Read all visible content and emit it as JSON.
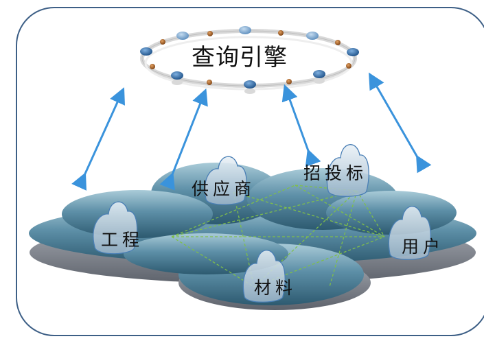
{
  "engine": {
    "label": "查询引擎"
  },
  "nodes": {
    "gongcheng": "工程",
    "gongyingshang": "供应商",
    "zhaotoubiao": "招投标",
    "cailiao": "材料",
    "yonghu": "用户"
  },
  "colors": {
    "frame_border": "#3d5f86",
    "cloud_top": "#8fb8c8",
    "cloud_mid": "#3f7088",
    "cloud_shadow": "#8b9099",
    "arrow": "#3a93dc",
    "dashed_link": "#7fbf4a",
    "ring_node_blue": "#1f5f9a",
    "ring_node_brown": "#9a5a1e"
  }
}
